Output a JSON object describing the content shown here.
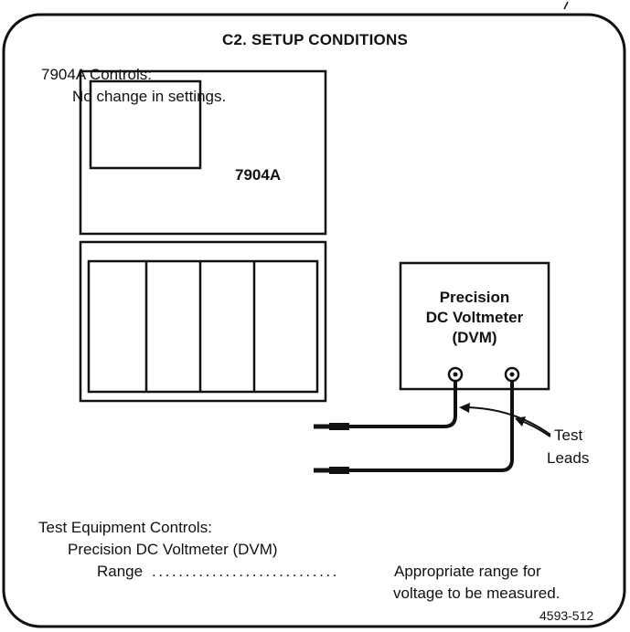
{
  "title": "C2. SETUP CONDITIONS",
  "scope_controls": {
    "heading": "7904A Controls:",
    "setting": "No change in settings."
  },
  "scope": {
    "label": "7904A"
  },
  "dvm": {
    "line1": "Precision",
    "line2": "DC Voltmeter",
    "line3": "(DVM)"
  },
  "leads_callout": {
    "line1": "Test",
    "line2": "Leads"
  },
  "test_equipment": {
    "heading": "Test Equipment Controls:",
    "instrument": "Precision DC Voltmeter (DVM)",
    "range_label": "Range",
    "leader_dots": "............................",
    "range_value_line1": "Appropriate range for",
    "range_value_line2": "voltage to be measured."
  },
  "figure_number": "4593-512"
}
